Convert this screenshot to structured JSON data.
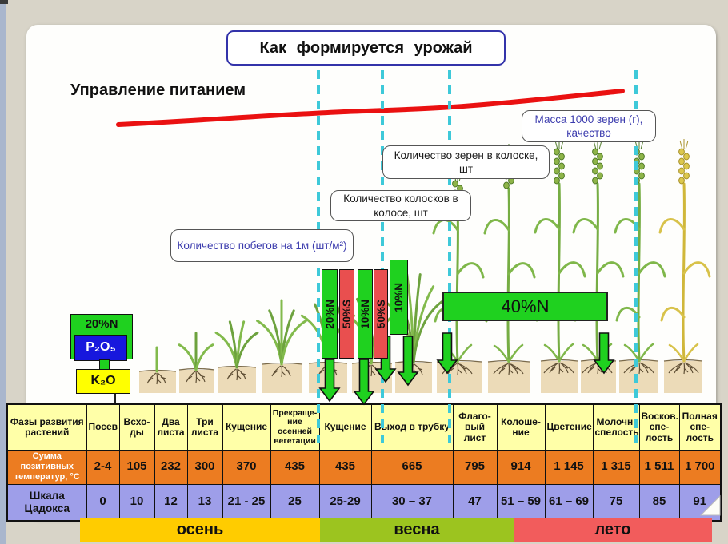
{
  "title": "Как формируется урожай",
  "heading": "Управление питанием",
  "callouts": {
    "mass": "Масса 1000 зерен (г), качество",
    "grains": "Количество зерен в колоске, шт",
    "spikelets": "Количество колосков  в колосе, шт",
    "shoots": "Количество побегов  на 1м (шт/м²)"
  },
  "fertilizer_boxes": {
    "nitrogen": "20%N",
    "phosphorus": "P₂O₅",
    "potassium": "K₂O"
  },
  "nutrition_bars": [
    {
      "label": "20%N",
      "type": "green"
    },
    {
      "label": "50%S",
      "type": "red"
    },
    {
      "label": "10%N",
      "type": "green"
    },
    {
      "label": "50%S",
      "type": "red"
    },
    {
      "label": "10%N",
      "type": "green"
    }
  ],
  "big_bar": {
    "label": "40%N"
  },
  "table": {
    "col_headers": [
      "Фазы развития растений",
      "Посев",
      "Всхо-ды",
      "Два листа",
      "Три листа",
      "Кущение",
      "Прекраще-ние осенней вегетации",
      "Кущение",
      "Выход в трубку",
      "Флаго-вый лист",
      "Колоше-ние",
      "Цветение",
      "Молочн. спелость",
      "Восков. спе-лость",
      "Полная спе-лость"
    ],
    "rows": [
      {
        "label": "Сумма позитивных температур, °С",
        "values": [
          "2-4",
          "105",
          "232",
          "300",
          "370",
          "435",
          "435",
          "665",
          "795",
          "914",
          "1 145",
          "1 315",
          "1 511",
          "1 700"
        ]
      },
      {
        "label": "Шкала Цадокса",
        "values": [
          "0",
          "10",
          "12",
          "13",
          "21 - 25",
          "25",
          "25-29",
          "30 – 37",
          "47",
          "51 – 59",
          "61 – 69",
          "75",
          "85",
          "91"
        ]
      }
    ]
  },
  "timeline": [
    {
      "label": "осень",
      "color": "#ffcc00"
    },
    {
      "label": "весна",
      "color": "#9cc41f"
    },
    {
      "label": "лето",
      "color": "#f25c5c"
    }
  ],
  "colors": {
    "green": "#1fd11f",
    "red_bar": "#e94f4f",
    "blue_box": "#1717dd",
    "yellow_box": "#ffff00",
    "dashed": "#3ec9d9",
    "curve": "#ea1111",
    "header_yellow": "#ffffa8",
    "orange": "#ec7c21",
    "lavender": "#9e9ee9",
    "label_blue": "#3c3cae",
    "box_border_blue": "#3333aa"
  }
}
